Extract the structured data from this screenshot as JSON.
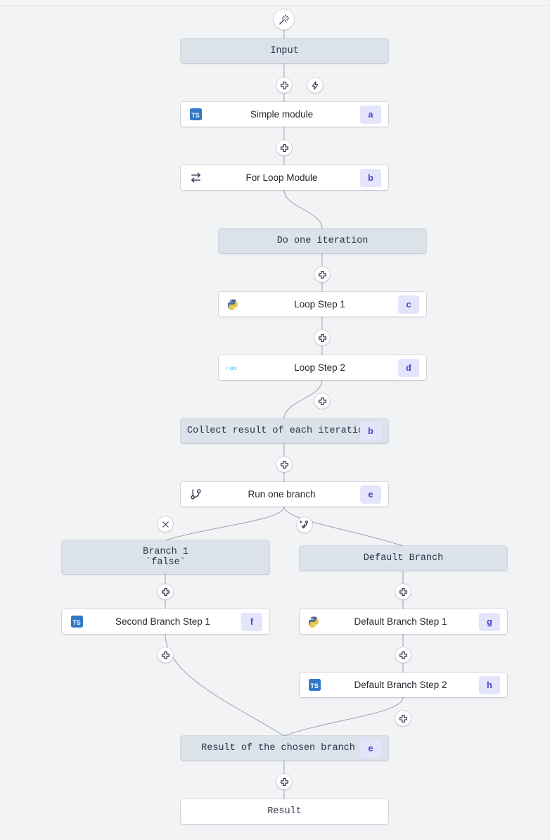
{
  "canvas": {
    "background": "#f2f3f5",
    "virtual_node_color": "#dbe2ea",
    "module_node_color": "#ffffff",
    "badge_bg": "#e4e4fb",
    "badge_fg": "#4640c4",
    "edge_color": "#9aa1ad",
    "ts_blue": "#3178c6",
    "go_cyan": "#35b8e0"
  },
  "header": {
    "wand_icon": "magic-wand-icon"
  },
  "nodes": [
    {
      "id": "input",
      "label": "Input",
      "kind": "virtual",
      "badge": "",
      "icon": ""
    },
    {
      "id": "simple_module",
      "label": "Simple module",
      "kind": "module",
      "badge": "a",
      "icon": "typescript-icon"
    },
    {
      "id": "for_loop_module",
      "label": "For Loop Module",
      "kind": "module",
      "badge": "b",
      "icon": "loop-icon"
    },
    {
      "id": "do_one_iter",
      "label": "Do one iteration",
      "kind": "virtual",
      "badge": "",
      "icon": ""
    },
    {
      "id": "loop_step_1",
      "label": "Loop Step 1",
      "kind": "module",
      "badge": "c",
      "icon": "python-icon"
    },
    {
      "id": "loop_step_2",
      "label": "Loop Step 2",
      "kind": "module",
      "badge": "d",
      "icon": "go-icon"
    },
    {
      "id": "collect_result",
      "label": "Collect result of each iteration",
      "kind": "virtual",
      "badge": "b",
      "icon": ""
    },
    {
      "id": "run_one_branch",
      "label": "Run one branch",
      "kind": "module",
      "badge": "e",
      "icon": "git-branch-icon"
    },
    {
      "id": "branch_1",
      "label": "Branch 1\n`false`",
      "kind": "virtual",
      "badge": "",
      "icon": ""
    },
    {
      "id": "default_branch",
      "label": "Default Branch",
      "kind": "virtual",
      "badge": "",
      "icon": ""
    },
    {
      "id": "second_branch_1",
      "label": "Second Branch Step 1",
      "kind": "module",
      "badge": "f",
      "icon": "typescript-icon"
    },
    {
      "id": "default_step_1",
      "label": "Default Branch Step 1",
      "kind": "module",
      "badge": "g",
      "icon": "python-icon"
    },
    {
      "id": "default_step_2",
      "label": "Default Branch Step 2",
      "kind": "module",
      "badge": "h",
      "icon": "typescript-icon"
    },
    {
      "id": "chosen_result",
      "label": "Result of the chosen branch",
      "kind": "virtual",
      "badge": "e",
      "icon": ""
    },
    {
      "id": "result",
      "label": "Result",
      "kind": "plainwhite",
      "badge": "",
      "icon": ""
    }
  ],
  "edge_buttons": [
    {
      "id": "add_after_input",
      "icon": "plus-icon"
    },
    {
      "id": "trigger_after_input",
      "icon": "zap-icon"
    },
    {
      "id": "add_after_simple_module",
      "icon": "plus-icon"
    },
    {
      "id": "add_after_do_one_iter",
      "icon": "plus-icon"
    },
    {
      "id": "add_after_loop_step_1",
      "icon": "plus-icon"
    },
    {
      "id": "add_after_loop_step_2",
      "icon": "plus-icon"
    },
    {
      "id": "add_after_collect_result",
      "icon": "plus-icon"
    },
    {
      "id": "delete_branch_1",
      "icon": "close-icon"
    },
    {
      "id": "add_branch",
      "icon": "git-branch-plus-icon"
    },
    {
      "id": "add_after_branch_1",
      "icon": "plus-icon"
    },
    {
      "id": "add_after_default_branch",
      "icon": "plus-icon"
    },
    {
      "id": "add_after_second_branch_1",
      "icon": "plus-icon"
    },
    {
      "id": "add_after_default_step_1",
      "icon": "plus-icon"
    },
    {
      "id": "add_after_default_step_2",
      "icon": "plus-icon"
    },
    {
      "id": "add_after_chosen_result",
      "icon": "plus-icon"
    }
  ],
  "labels": {
    "input": "Input",
    "simple_module": "Simple module",
    "for_loop_module": "For Loop Module",
    "do_one_iter": "Do one iteration",
    "loop_step_1": "Loop Step 1",
    "loop_step_2": "Loop Step 2",
    "collect_result": "Collect result of each iteration",
    "run_one_branch": "Run one branch",
    "branch_1_line1": "Branch 1",
    "branch_1_line2": "`false`",
    "default_branch": "Default Branch",
    "second_branch_1": "Second Branch Step 1",
    "default_step_1": "Default Branch Step 1",
    "default_step_2": "Default Branch Step 2",
    "chosen_result": "Result of the chosen branch",
    "result": "Result",
    "ts": "TS"
  },
  "badges": {
    "simple_module": "a",
    "for_loop_module": "b",
    "loop_step_1": "c",
    "loop_step_2": "d",
    "collect_result": "b",
    "run_one_branch": "e",
    "second_branch_1": "f",
    "default_step_1": "g",
    "default_step_2": "h",
    "chosen_result": "e"
  }
}
